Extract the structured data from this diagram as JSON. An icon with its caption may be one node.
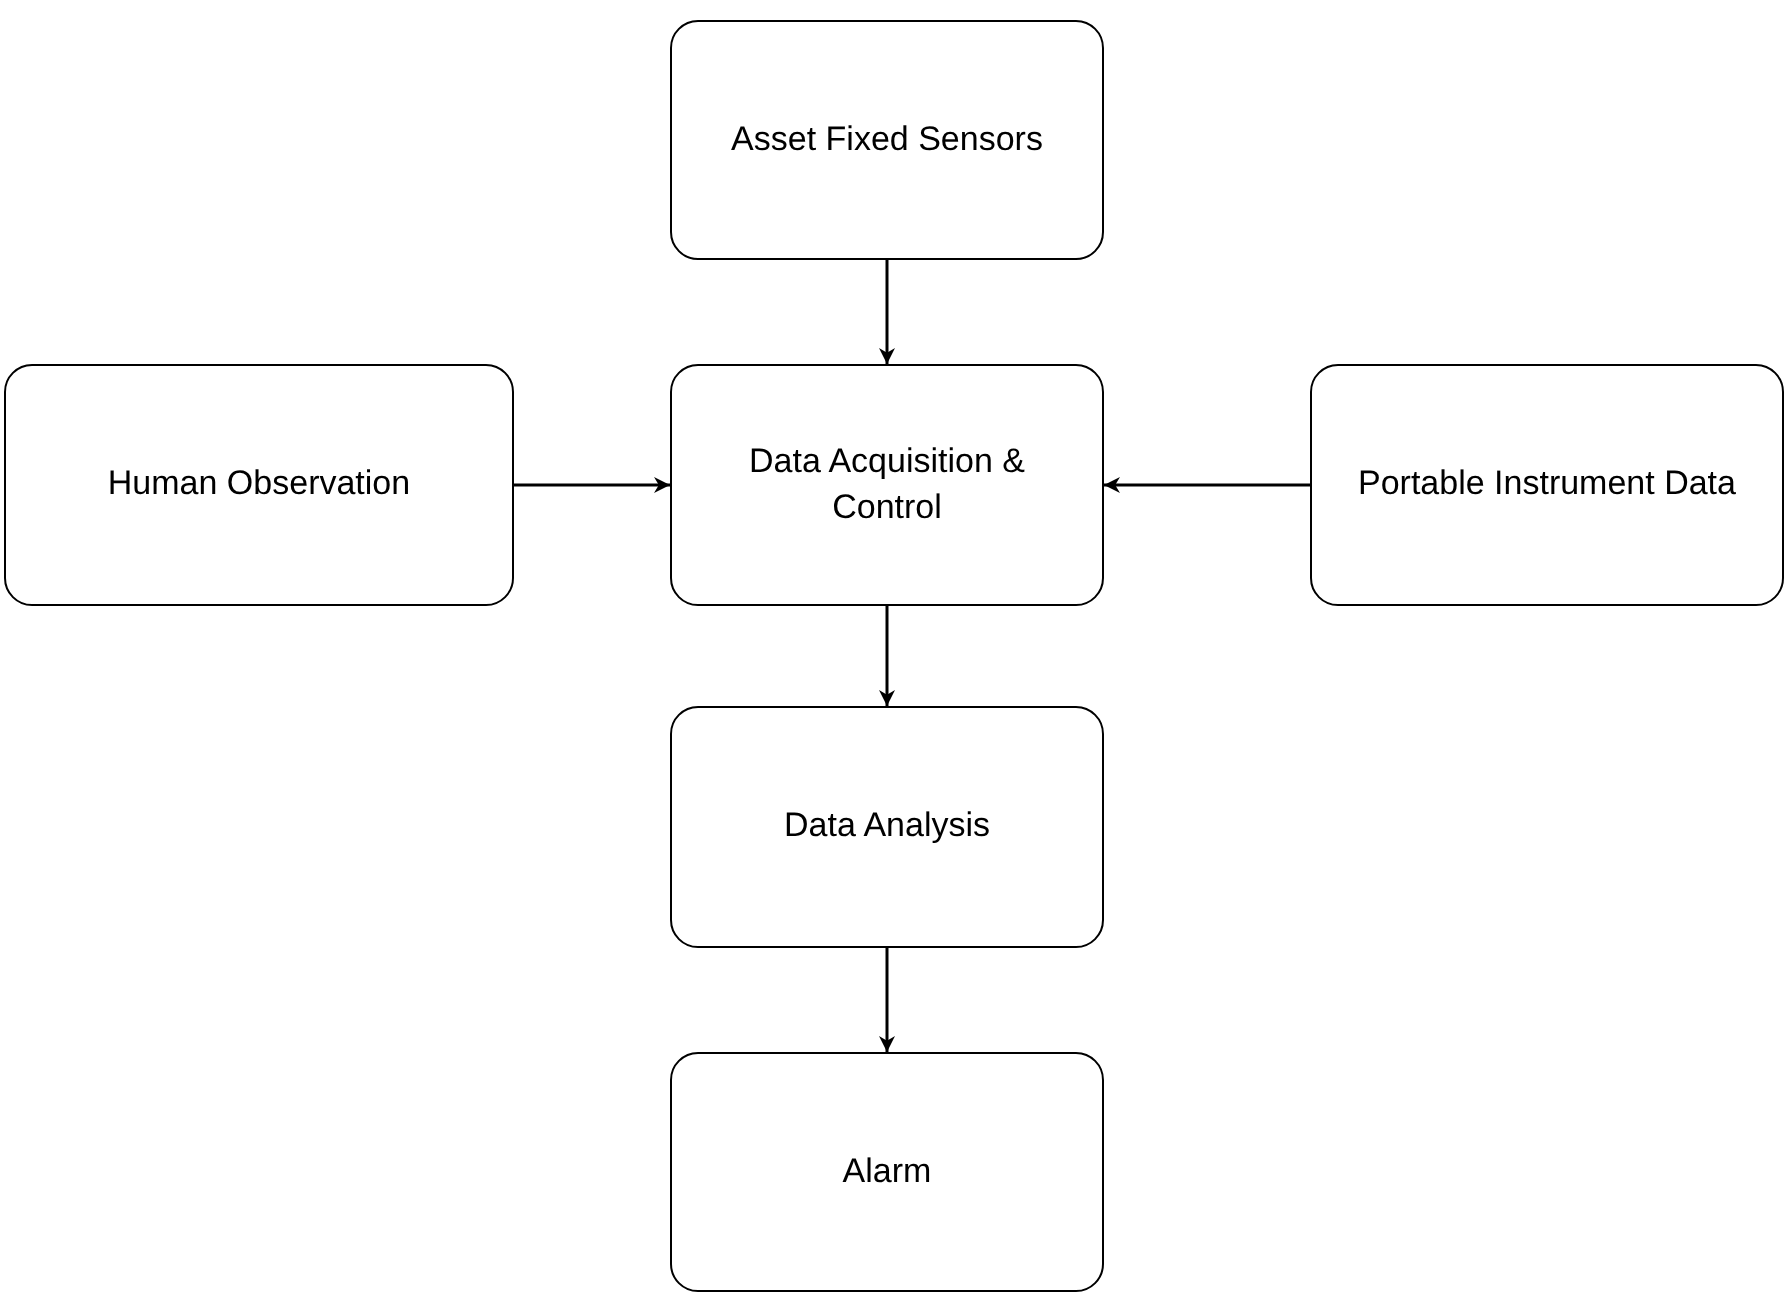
{
  "diagram": {
    "nodes": [
      {
        "text": [
          "Asset Fixed Sensors"
        ]
      },
      {
        "text": [
          "Human Observation"
        ]
      },
      {
        "text": [
          "Data Acquisition & Control"
        ]
      },
      {
        "text": [
          "Portable Instrument Data"
        ]
      },
      {
        "text": [
          "Data Analysis"
        ]
      },
      {
        "text": [
          "Alarm"
        ]
      }
    ],
    "edges": [
      {
        "from": 0,
        "to": 2,
        "arrow": "to"
      },
      {
        "from": 1,
        "to": 2,
        "arrow": "to"
      },
      {
        "from": 3,
        "to": 2,
        "arrow": "to"
      },
      {
        "from": 2,
        "to": 4,
        "arrow": "to"
      },
      {
        "from": 4,
        "to": 5,
        "arrow": "to"
      }
    ]
  }
}
